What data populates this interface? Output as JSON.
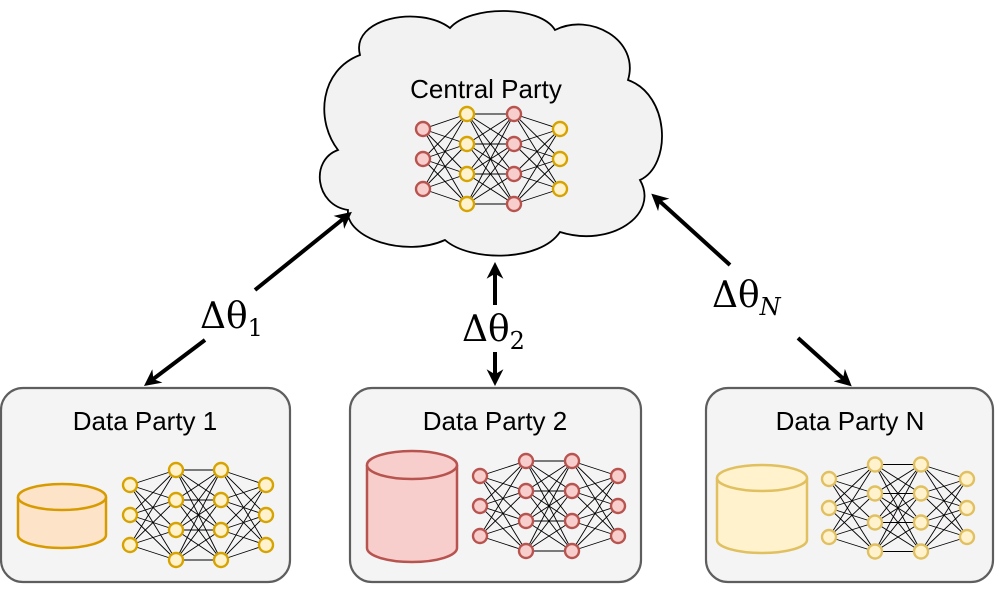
{
  "central": {
    "label": "Central Party",
    "network": {
      "colors": [
        "red",
        "yellow",
        "red",
        "yellow"
      ]
    }
  },
  "parties": [
    {
      "label": "Data Party 1",
      "db_fill": "#fde3c8",
      "db_stroke": "#d79b00",
      "network": {
        "colors": [
          "yellow",
          "yellow",
          "yellow",
          "yellow"
        ]
      }
    },
    {
      "label": "Data Party 2",
      "db_fill": "#f8cecc",
      "db_stroke": "#b85450",
      "network": {
        "colors": [
          "red",
          "red",
          "red",
          "red"
        ]
      }
    },
    {
      "label": "Data Party N",
      "db_fill": "#fff2cc",
      "db_stroke": "#e0c060",
      "network": {
        "colors": [
          "paleyellow",
          "paleyellow",
          "paleyellow",
          "paleyellow"
        ]
      }
    }
  ],
  "updates": [
    {
      "symbol": "Δθ",
      "subscript": "1"
    },
    {
      "symbol": "Δθ",
      "subscript": "2"
    },
    {
      "symbol": "Δθ",
      "subscript": "N"
    }
  ],
  "colors": {
    "red": {
      "fill": "#f8cecc",
      "stroke": "#b85450"
    },
    "yellow": {
      "fill": "#fff2cc",
      "stroke": "#d6a300"
    },
    "paleyellow": {
      "fill": "#fff2cc",
      "stroke": "#e0c060"
    }
  }
}
